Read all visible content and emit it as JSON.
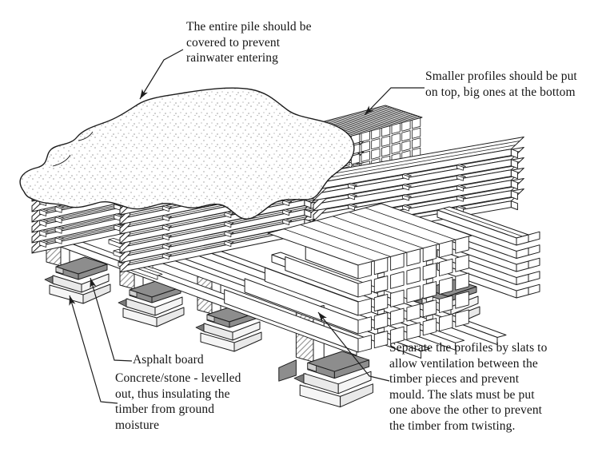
{
  "figure": {
    "annotations": {
      "cover": "The entire pile should be\ncovered to prevent\nrainwater entering",
      "profiles": "Smaller profiles should be put\non top, big ones at the bottom",
      "asphalt": "Asphalt board",
      "concrete": "Concrete/stone - levelled\nout, thus insulating the\ntimber from ground\nmoisture",
      "slats": "Separate the profiles by slats to\nallow ventilation between the\ntimber pieces and prevent\nmould. The slats must be put\none above the other to prevent\nthe timber from twisting."
    },
    "colors": {
      "background": "#ffffff",
      "line": "#1d1d1d",
      "asphalt_board": "#8d8d8d",
      "concrete_light": "#e9e9e9",
      "concrete_lighter": "#f5f5f5",
      "stipple_dot": "#9a9a9a",
      "text": "#151515"
    }
  }
}
